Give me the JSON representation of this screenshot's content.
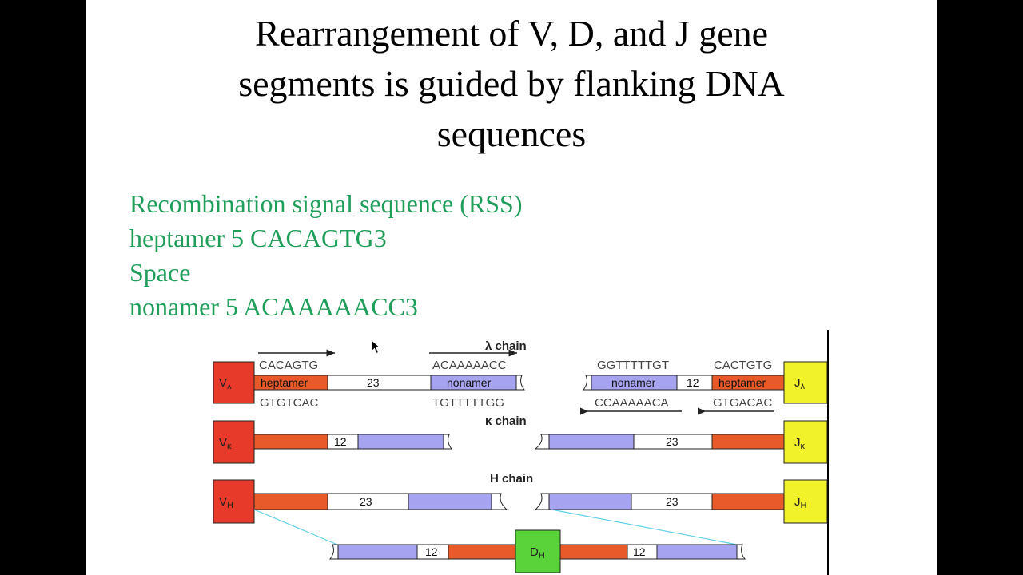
{
  "slide": {
    "title_lines": [
      "Rearrangement of V, D, and J gene",
      "segments is guided by flanking DNA",
      "sequences"
    ],
    "bullets": [
      "Recombination signal sequence (RSS)",
      "heptamer 5 CACAGTG3",
      "Space",
      "nonamer 5 ACAAAAACC3"
    ]
  },
  "diagram": {
    "colors": {
      "heptamer": "#e85a2a",
      "nonamer": "#a6a3f0",
      "v_segment": "#e83a2a",
      "j_segment": "#f2f22a",
      "d_segment": "#5ad23a",
      "spacer": "#ffffff",
      "connector": "#5fd0e8",
      "text_accent": "#1f9e5a"
    },
    "lambda": {
      "chain_label": "λ chain",
      "v_label": "V",
      "v_sub": "λ",
      "j_label": "J",
      "j_sub": "λ",
      "left_heptamer_label": "heptamer",
      "left_spacer": "23",
      "left_nonamer_label": "nonamer",
      "right_nonamer_label": "nonamer",
      "right_spacer": "12",
      "right_heptamer_label": "heptamer",
      "seq_top_left_heptamer": "CACAGTG",
      "seq_top_left_nonamer": "ACAAAAACC",
      "seq_top_right_nonamer": "GGTTTTTGT",
      "seq_top_right_heptamer": "CACTGTG",
      "seq_bottom_left_heptamer": "GTGTCAC",
      "seq_bottom_left_nonamer": "TGTTTTTGG",
      "seq_bottom_right_nonamer": "CCAAAAACA",
      "seq_bottom_right_heptamer": "GTGACAC"
    },
    "kappa": {
      "chain_label": "κ chain",
      "v_label": "V",
      "v_sub": "κ",
      "j_label": "J",
      "j_sub": "κ",
      "left_spacer": "12",
      "right_spacer": "23"
    },
    "heavy": {
      "chain_label": "H chain",
      "v_label": "V",
      "v_sub": "H",
      "j_label": "J",
      "j_sub": "H",
      "left_spacer": "23",
      "right_spacer": "23",
      "d_label": "D",
      "d_sub": "H",
      "d_left_spacer": "12",
      "d_right_spacer": "12"
    }
  }
}
